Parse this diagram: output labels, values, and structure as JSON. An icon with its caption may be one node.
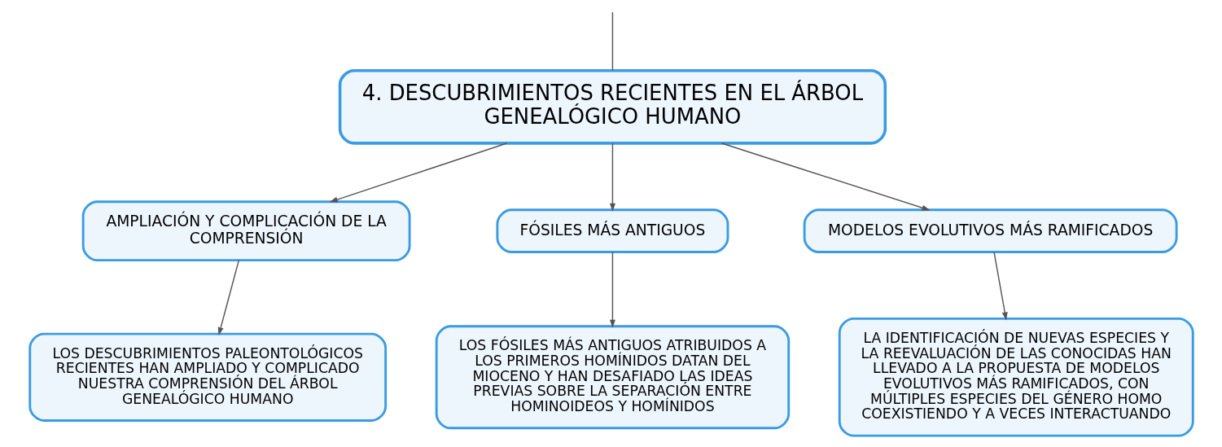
{
  "diagram": {
    "nodes": [
      {
        "text": [
          "4. DESCUBRIMIENTOS RECIENTES EN EL ÁRBOL GENEALÓGICO HUMANO"
        ]
      },
      {
        "text": [
          "AMPLIACIÓN Y COMPLICACIÓN DE LA COMPRENSIÓN"
        ]
      },
      {
        "text": [
          "FÓSILES MÁS ANTIGUOS"
        ]
      },
      {
        "text": [
          "MODELOS EVOLUTIVOS MÁS RAMIFICADOS"
        ]
      },
      {
        "text": [
          "LOS DESCUBRIMIENTOS PALEONTOLÓGICOS RECIENTES HAN AMPLIADO Y COMPLICADO NUESTRA COMPRENSIÓN DEL ÁRBOL GENEALÓGICO HUMANO"
        ]
      },
      {
        "text": [
          "LOS FÓSILES MÁS ANTIGUOS ATRIBUIDOS A LOS PRIMEROS HOMÍNIDOS DATAN DEL MIOCENO Y HAN DESAFIADO LAS IDEAS PREVIAS SOBRE LA SEPARACIÓN ENTRE HOMINOIDEOS Y HOMÍNIDOS"
        ]
      },
      {
        "text": [
          "LA IDENTIFICACIÓN DE NUEVAS ESPECIES Y LA REEVALUACIÓN DE LAS CONOCIDAS HAN LLEVADO A LA PROPUESTA DE MODELOS EVOLUTIVOS MÁS RAMIFICADOS, CON MÚLTIPLES ESPECIES DEL GÉNERO HOMO COEXISTIENDO Y A VECES INTERACTUANDO"
        ]
      }
    ],
    "edges": [
      {
        "from": null,
        "to": 0,
        "arrow": "none"
      },
      {
        "from": 0,
        "to": 1,
        "arrow": "to"
      },
      {
        "from": 0,
        "to": 2,
        "arrow": "to"
      },
      {
        "from": 0,
        "to": 3,
        "arrow": "to"
      },
      {
        "from": 1,
        "to": 4,
        "arrow": "to"
      },
      {
        "from": 2,
        "to": 5,
        "arrow": "to"
      },
      {
        "from": 3,
        "to": 6,
        "arrow": "to"
      }
    ]
  }
}
